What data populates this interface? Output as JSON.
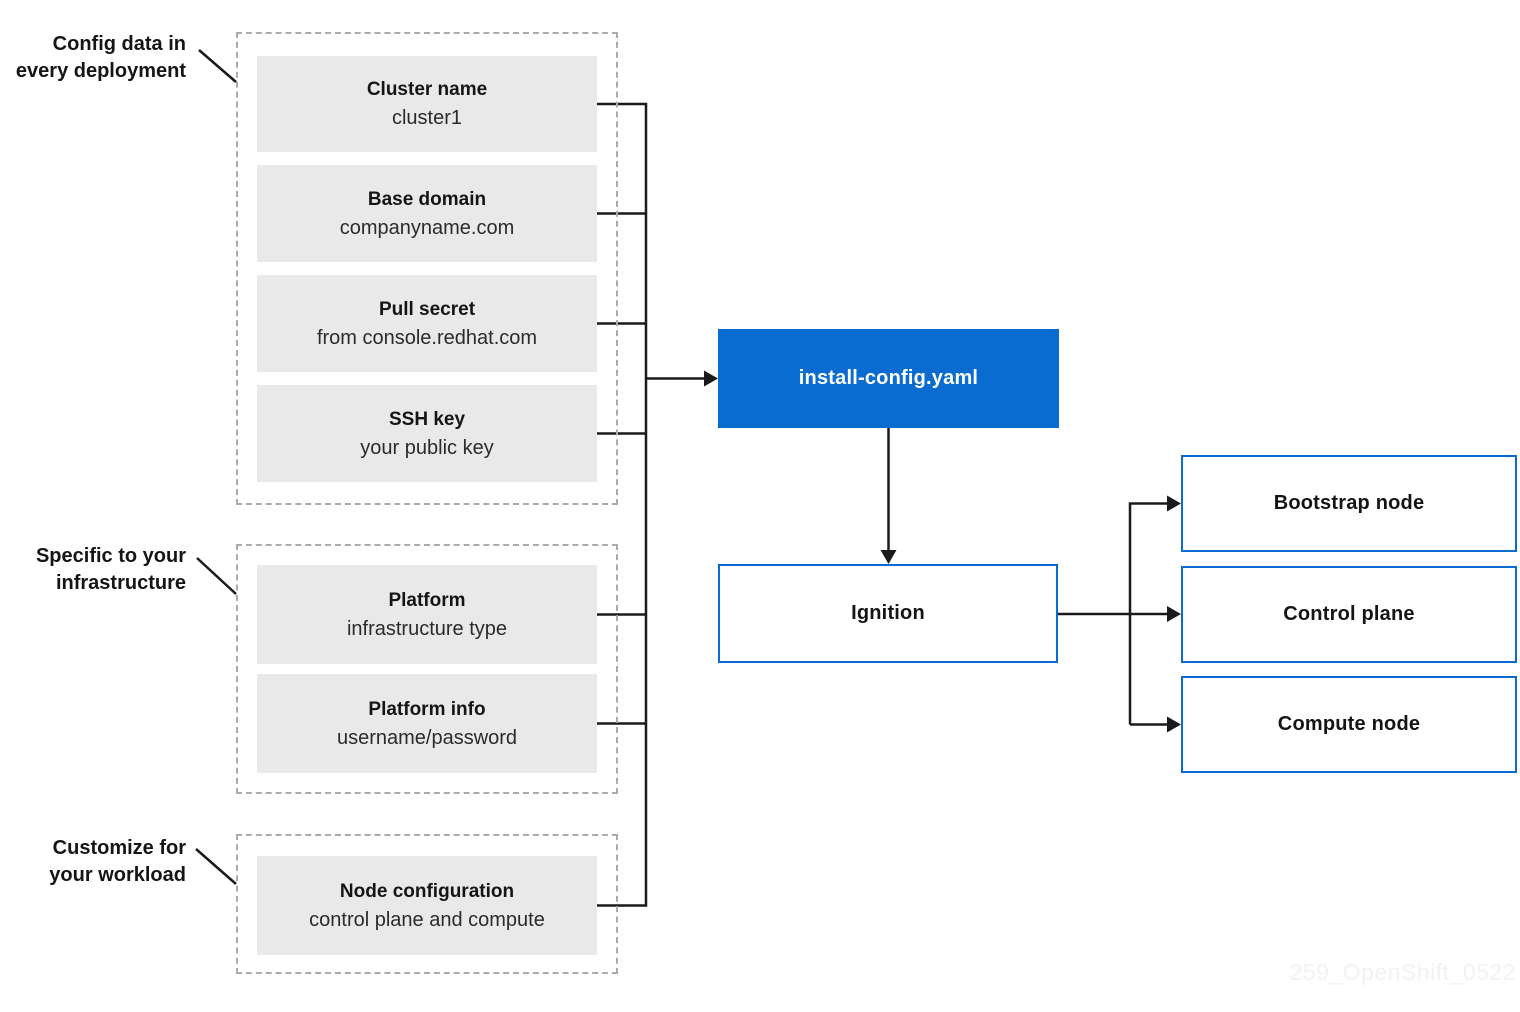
{
  "colors": {
    "accent_blue": "#0A6CD0",
    "box_fill": "#E9E9E9",
    "dashed_border": "#ABABAB",
    "line": "#1A1A1A",
    "text": "#151515",
    "watermark": "#F1F2F2"
  },
  "annotations": [
    {
      "label": "Config data in\nevery deployment"
    },
    {
      "label": "Specific to your\ninfrastructure"
    },
    {
      "label": "Customize for\nyour workload"
    }
  ],
  "groups": [
    {
      "name": "Config data in every deployment",
      "items": [
        {
          "title": "Cluster name",
          "subtitle": "cluster1"
        },
        {
          "title": "Base domain",
          "subtitle": "companyname.com"
        },
        {
          "title": "Pull secret",
          "subtitle": "from console.redhat.com"
        },
        {
          "title": "SSH key",
          "subtitle": "your public key"
        }
      ]
    },
    {
      "name": "Specific to your infrastructure",
      "items": [
        {
          "title": "Platform",
          "subtitle": "infrastructure type"
        },
        {
          "title": "Platform info",
          "subtitle": "username/password"
        }
      ]
    },
    {
      "name": "Customize for your workload",
      "items": [
        {
          "title": "Node configuration",
          "subtitle": "control plane and compute"
        }
      ]
    }
  ],
  "center": {
    "install_config_label": "install-config.yaml",
    "ignition_label": "Ignition"
  },
  "outputs": [
    {
      "label": "Bootstrap node"
    },
    {
      "label": "Control plane"
    },
    {
      "label": "Compute node"
    }
  ],
  "watermark": "259_OpenShift_0522"
}
